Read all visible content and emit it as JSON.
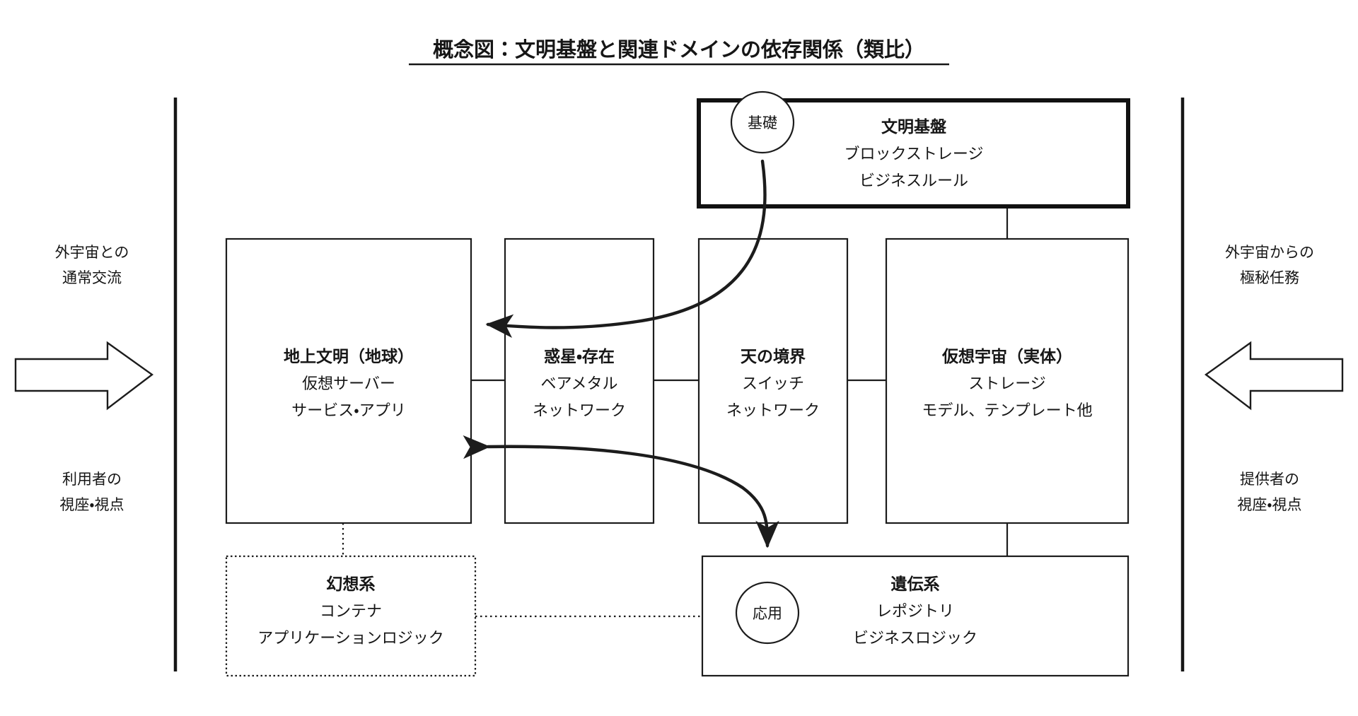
{
  "title": "概念図：文明基盤と関連ドメインの依存関係（類比）",
  "colors": {
    "ink": "#161616",
    "stroke": "#1c1c1c",
    "background": "#ffffff"
  },
  "side_labels": {
    "left_top": {
      "line1": "外宇宙との",
      "line2": "通常交流"
    },
    "left_bottom": {
      "line1": "利用者の",
      "line2": "視座・視点"
    },
    "right_top": {
      "line1": "外宇宙からの",
      "line2": "極秘任務"
    },
    "right_bottom": {
      "line1": "提供者の",
      "line2": "視座・視点"
    }
  },
  "arrows": {
    "left_block_arrow": "inbound-arrow-right",
    "right_block_arrow": "inbound-arrow-left"
  },
  "nodes": {
    "foundation": {
      "title": "文明基盤",
      "line1": "ブロックストレージ",
      "line2": "ビジネスルール",
      "badge": "基礎",
      "emphasis": "thick-border"
    },
    "terrestrial": {
      "title": "地上文明（地球）",
      "line1": "仮想サーバー",
      "line2": "サービス・アプリ"
    },
    "planetary": {
      "title": "惑星・存在",
      "line1": "ベアメタル",
      "line2": "ネットワーク"
    },
    "heaven_boundary": {
      "title": "天の境界",
      "line1": "スイッチ",
      "line2": "ネットワーク"
    },
    "virtual_universe": {
      "title": "仮想宇宙（実体）",
      "line1": "ストレージ",
      "line2": "モデル、テンプレート他"
    },
    "illusion": {
      "title": "幻想系",
      "line1": "コンテナ",
      "line2": "アプリケーションロジック",
      "emphasis": "dotted-border"
    },
    "genetic": {
      "title": "遺伝系",
      "line1": "レポジトリ",
      "line2": "ビジネスロジック",
      "badge": "応用"
    }
  },
  "edges": [
    {
      "name": "foundation-to-terrestrial",
      "style": "curved-arrow",
      "from": "基礎",
      "to": "地上文明（地球）"
    },
    {
      "name": "genetic-to-terrestrial",
      "style": "curved-arrow",
      "from": "応用",
      "to": "地上文明（地球）"
    },
    {
      "name": "foundation-to-virtual-universe",
      "style": "solid-line"
    },
    {
      "name": "virtual-universe-to-genetic",
      "style": "solid-line"
    },
    {
      "name": "terrestrial-to-illusion",
      "style": "dotted-line"
    },
    {
      "name": "illusion-to-genetic",
      "style": "dotted-line"
    },
    {
      "name": "terrestrial-to-planetary",
      "style": "solid-line"
    },
    {
      "name": "planetary-to-heaven-boundary",
      "style": "solid-line"
    },
    {
      "name": "heaven-boundary-to-virtual-universe",
      "style": "solid-line"
    }
  ]
}
